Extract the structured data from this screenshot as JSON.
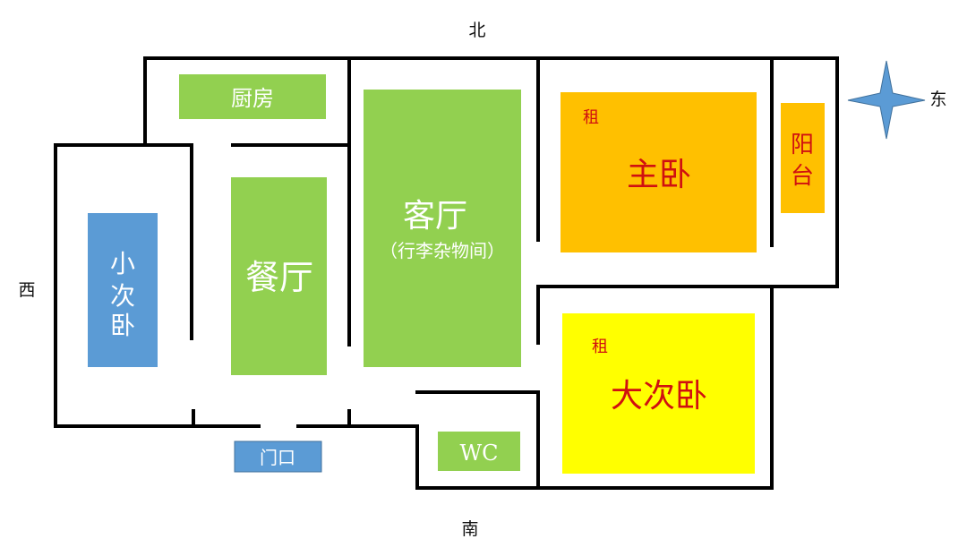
{
  "directions": {
    "north": "北",
    "south": "南",
    "west": "西",
    "east": "东"
  },
  "rooms": {
    "kitchen": "厨房",
    "dining": "餐厅",
    "living": "客厅",
    "living_note": "（行李杂物间）",
    "small_bedroom": [
      "小",
      "次",
      "卧"
    ],
    "entrance": "门口",
    "wc": "WC",
    "master_bedroom": "主卧",
    "master_tag": "租",
    "balcony": [
      "阳",
      "台"
    ],
    "big_bedroom": "大次卧",
    "big_tag": "租"
  },
  "colors": {
    "green": "#92d050",
    "blue": "#5b9bd5",
    "orange": "#ffc000",
    "yellow": "#ffff00",
    "red_text": "#d01010"
  }
}
